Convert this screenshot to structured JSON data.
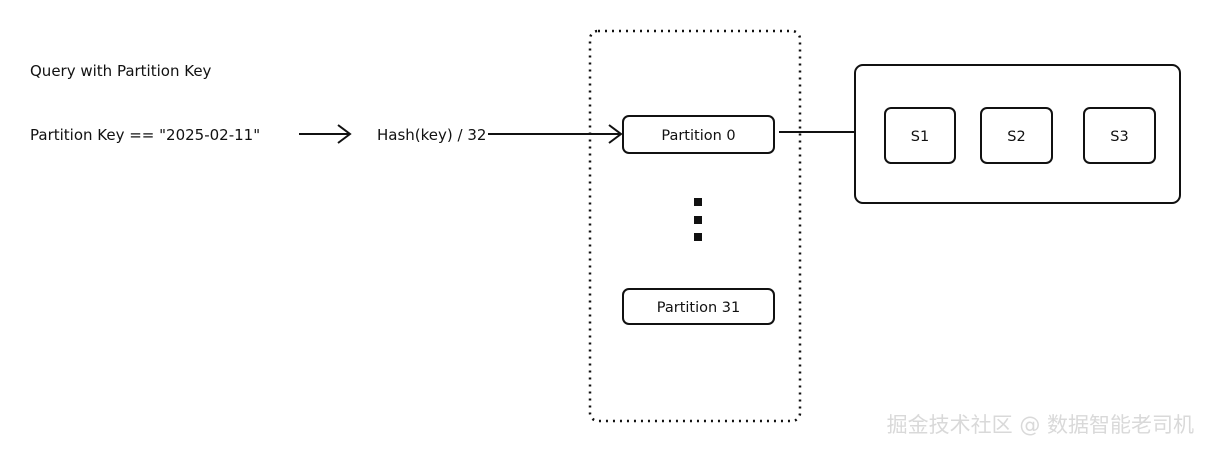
{
  "query_title": "Query with Partition Key",
  "query_expression": "Partition Key == \"2025-02-11\"",
  "hash_label": "Hash(key) / 32",
  "partitions": {
    "first": "Partition 0",
    "last": "Partition 31"
  },
  "segments": [
    "S1",
    "S2",
    "S3"
  ],
  "watermark": "掘金技术社区 @ 数据智能老司机",
  "colors": {
    "stroke": "#111111",
    "background": "#ffffff",
    "watermark": "#d9d9d9"
  }
}
